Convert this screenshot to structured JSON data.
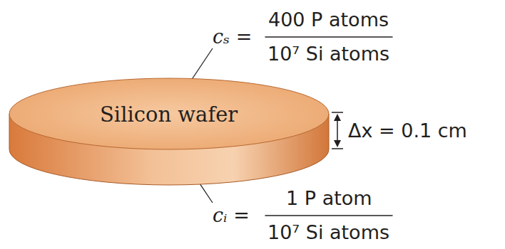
{
  "diagram": {
    "nodes": [
      {
        "text": [
          "Silicon wafer"
        ]
      }
    ],
    "labels": [
      "cₛ =",
      "400 P atoms",
      "10⁷ Si atoms",
      "Δx = 0.1 cm",
      "cᵢ =",
      "1 P atom",
      "10⁷ Si atoms"
    ]
  }
}
